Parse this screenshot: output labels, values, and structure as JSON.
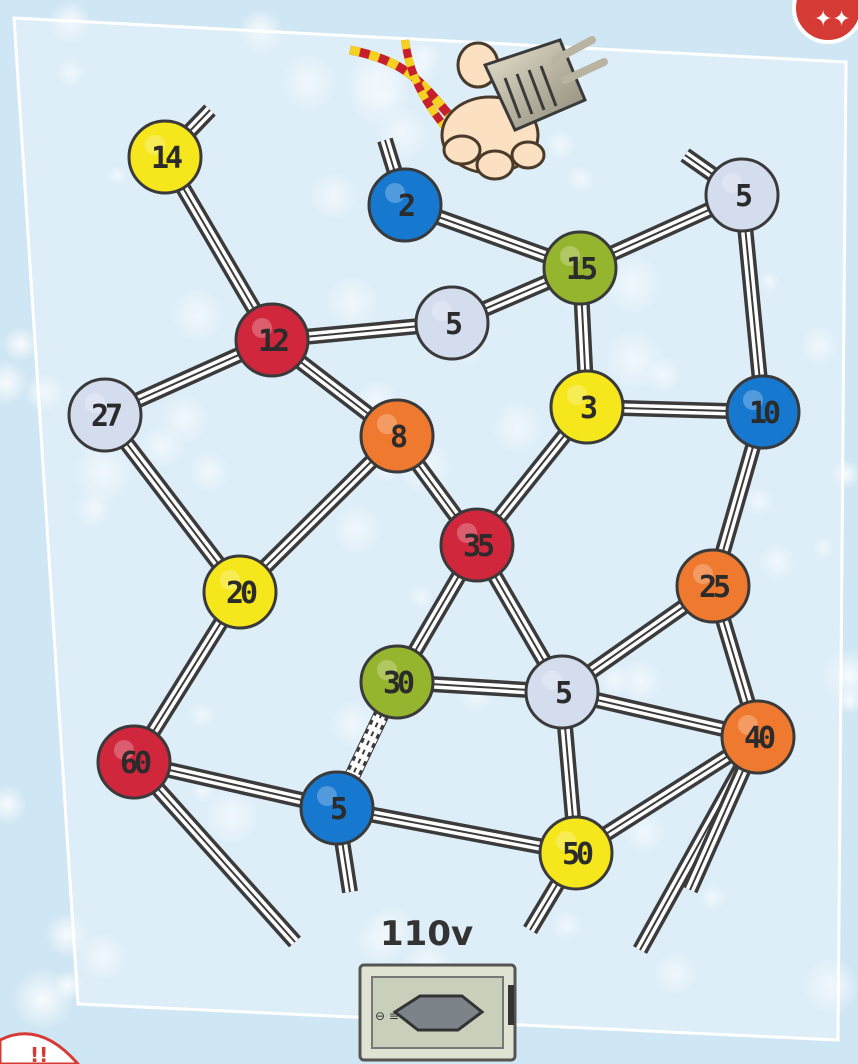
{
  "puzzle": {
    "voltage_label": "110v",
    "colors": {
      "yellow": "#f6e61c",
      "blue": "#1778cf",
      "green": "#96b52e",
      "lavender": "#d4ddee",
      "red": "#d0273d",
      "orange": "#ef7a2f",
      "wire_outer": "#3b3b3b",
      "wire_inner": "#ffffff"
    },
    "nodes": [
      {
        "id": "n14",
        "label": "14",
        "color": "yellow"
      },
      {
        "id": "n2",
        "label": "2",
        "color": "blue"
      },
      {
        "id": "n5a",
        "label": "5",
        "color": "lavender"
      },
      {
        "id": "n15",
        "label": "15",
        "color": "green"
      },
      {
        "id": "n12",
        "label": "12",
        "color": "red"
      },
      {
        "id": "n5b",
        "label": "5",
        "color": "lavender"
      },
      {
        "id": "n27",
        "label": "27",
        "color": "lavender"
      },
      {
        "id": "n8",
        "label": "8",
        "color": "orange"
      },
      {
        "id": "n3",
        "label": "3",
        "color": "yellow"
      },
      {
        "id": "n10",
        "label": "10",
        "color": "blue"
      },
      {
        "id": "n35",
        "label": "35",
        "color": "red"
      },
      {
        "id": "n20",
        "label": "20",
        "color": "yellow"
      },
      {
        "id": "n25",
        "label": "25",
        "color": "orange"
      },
      {
        "id": "n30",
        "label": "30",
        "color": "green"
      },
      {
        "id": "n5c",
        "label": "5",
        "color": "lavender"
      },
      {
        "id": "n40",
        "label": "40",
        "color": "orange"
      },
      {
        "id": "n60",
        "label": "60",
        "color": "red"
      },
      {
        "id": "n5d",
        "label": "5",
        "color": "blue"
      },
      {
        "id": "n50",
        "label": "50",
        "color": "yellow"
      }
    ],
    "connections": [
      [
        "n14",
        "n12"
      ],
      [
        "n12",
        "n5b"
      ],
      [
        "n12",
        "n27"
      ],
      [
        "n12",
        "n8"
      ],
      [
        "n2",
        "n15"
      ],
      [
        "n15",
        "n5a"
      ],
      [
        "n15",
        "n5b"
      ],
      [
        "n15",
        "n3"
      ],
      [
        "n5a",
        "n10"
      ],
      [
        "n3",
        "n10"
      ],
      [
        "n3",
        "n35"
      ],
      [
        "n10",
        "n25"
      ],
      [
        "n27",
        "n20"
      ],
      [
        "n8",
        "n20"
      ],
      [
        "n8",
        "n35"
      ],
      [
        "n35",
        "n30"
      ],
      [
        "n35",
        "n5c"
      ],
      [
        "n20",
        "n60"
      ],
      [
        "n25",
        "n5c"
      ],
      [
        "n25",
        "n40"
      ],
      [
        "n30",
        "n5c"
      ],
      [
        "n60",
        "n5d"
      ],
      [
        "n5c",
        "n40"
      ],
      [
        "n5c",
        "n50"
      ],
      [
        "n5d",
        "n50"
      ],
      [
        "n40",
        "n50"
      ]
    ],
    "broken_connections": [
      [
        "n30",
        "n5d"
      ]
    ],
    "plug_legend": "⊖ ≡"
  }
}
